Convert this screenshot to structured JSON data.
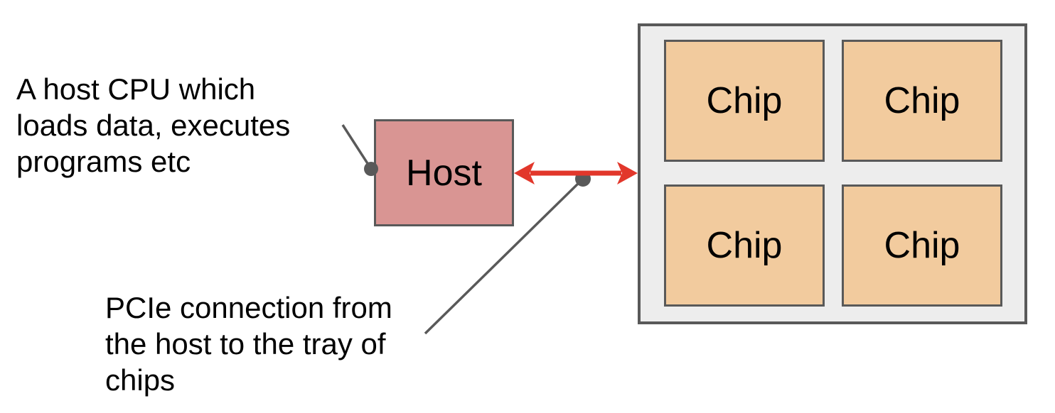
{
  "diagram": {
    "annotations": {
      "host_note": "A host CPU which\nloads data, executes\nprograms etc",
      "pcie_note": "PCIe connection from\nthe host to the tray of\nchips"
    },
    "host": {
      "label": "Host"
    },
    "tray": {
      "chips": [
        "Chip",
        "Chip",
        "Chip",
        "Chip"
      ]
    },
    "connection": {
      "type": "bidirectional-arrow",
      "from": "Host",
      "to": "tray of chips"
    }
  },
  "colors": {
    "host_fill": "#d99593",
    "chip_fill": "#f2cb9e",
    "tray_fill": "#ededed",
    "border_gray": "#595959",
    "connector_gray": "#595959",
    "arrow_red": "#e2372b"
  }
}
